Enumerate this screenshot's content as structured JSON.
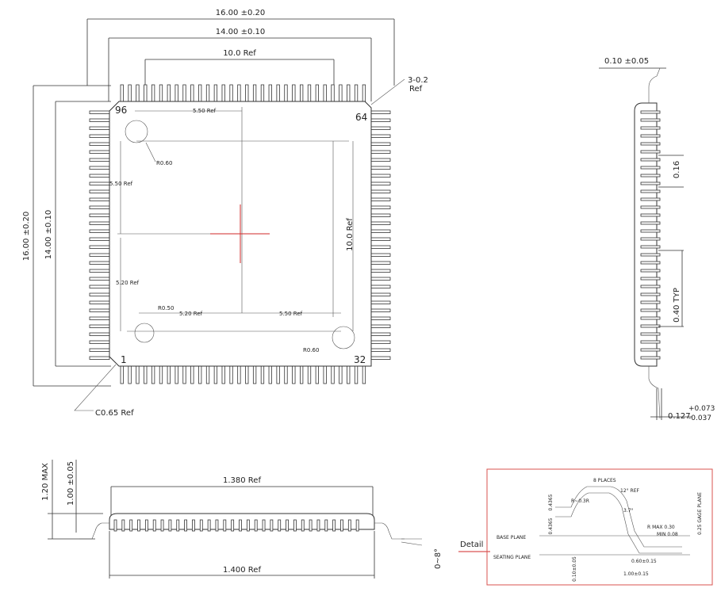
{
  "top_view": {
    "overall_width": "16.00 ±0.20",
    "body_width": "14.00 ±0.10",
    "ref_width": "10.0 Ref",
    "corner_note_1": "3-0.2",
    "corner_note_2": "Ref",
    "pin_96": "96",
    "pin_64": "64",
    "pin_1": "1",
    "pin_32": "32",
    "top_550_ref": "5.50 Ref",
    "r060_top": "R0.60",
    "left_550_ref": "5.50 Ref",
    "left_520_ref": "5.20 Ref",
    "right_100_ref": "10.0 Ref",
    "r050": "R0.50",
    "bottom_520_ref": "5.20 Ref",
    "bottom_550_ref": "5.50 Ref",
    "r060_bottom": "R0.60",
    "chamfer": "C0.65 Ref",
    "overall_height": "16.00 ±0.20",
    "body_height": "14.00 ±0.10"
  },
  "side_view_right": {
    "lead_thickness": "0.10 ±0.05",
    "lead_width": "0.16",
    "pitch": "0.40 TYP",
    "tol_plus": "+0.073",
    "tol_value": "0.127",
    "tol_minus": "-0.037"
  },
  "side_view_bottom": {
    "max_height": "1.20 MAX",
    "body_thickness": "1.00 ±0.05",
    "top_length": "1.380 Ref",
    "bottom_length": "1.400 Ref",
    "angle": "0~8°",
    "detail_label": "Detail"
  },
  "detail": {
    "places": "8 PLACES",
    "angle_ref": "12° REF",
    "radius": "R~0.3R",
    "dim_top": "0.4365",
    "dim_mid": "0.4365",
    "angle_2": "3.7°",
    "max_030": "R MAX 0.30",
    "min_008": "MIN 0.08",
    "gauge_plane": "0.25 GAGE PLANE",
    "base_plane": "BASE PLANE",
    "seating_plane": "SEATING PLANE",
    "foot_len": "0.60±0.15",
    "lead_len": "1.00±0.15",
    "standoff": "0.10±0.05"
  }
}
